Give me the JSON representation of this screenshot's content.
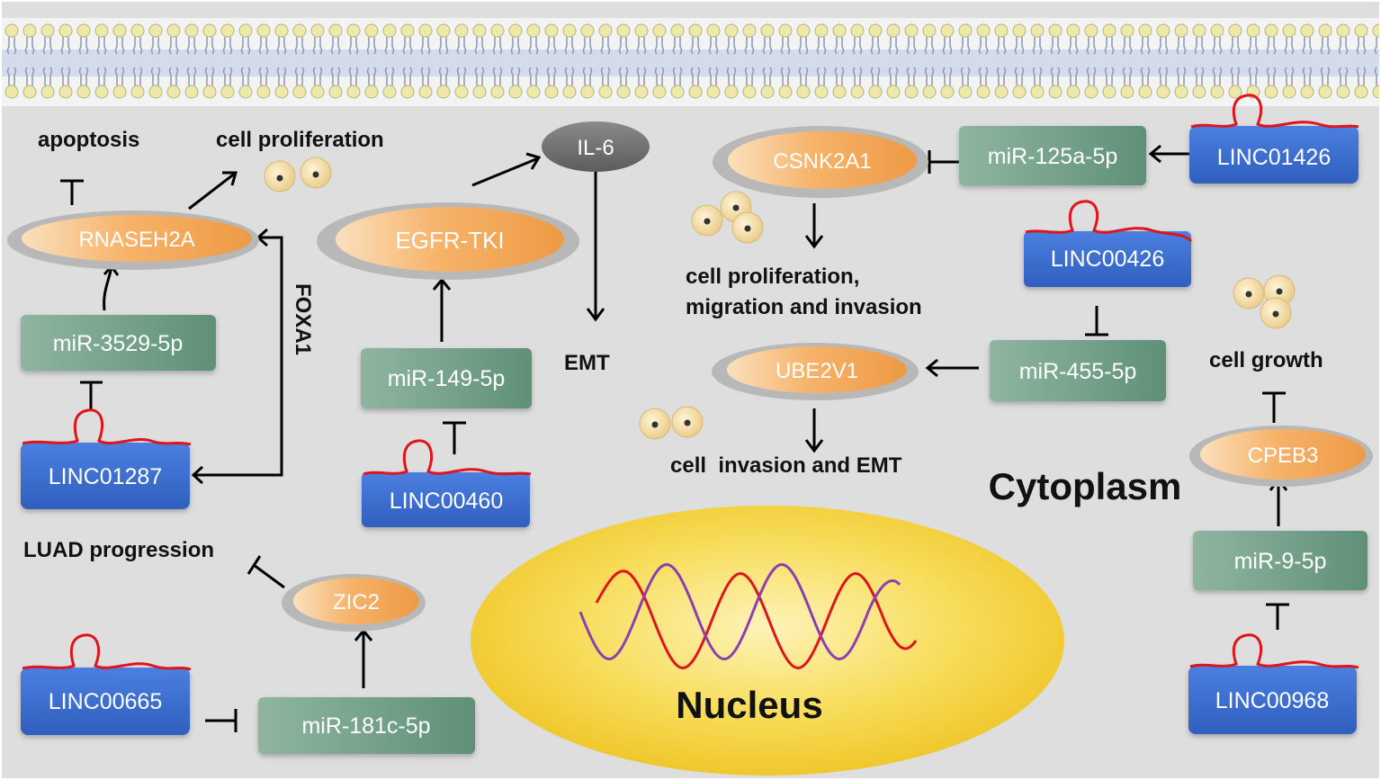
{
  "regions": {
    "cytoplasm": "Cytoplasm",
    "nucleus": "Nucleus"
  },
  "colors": {
    "background": "#dedede",
    "membrane_head": "#ede6a4",
    "membrane_band": "#b9c6e3",
    "lncrna_box": "#3d6fd0",
    "mirna_box": "#6e9c85",
    "protein_ellipse": "#f2a654",
    "nucleus": "#f3cf3a",
    "rna_strand": "#e0141c",
    "arrow": "#000000"
  },
  "lncrnas": {
    "linc01287": "LINC01287",
    "linc00460": "LINC00460",
    "linc00665": "LINC00665",
    "linc01426": "LINC01426",
    "linc00426": "LINC00426",
    "linc00968": "LINC00968"
  },
  "mirnas": {
    "mir3529": "miR-3529-5p",
    "mir149": "miR-149-5p",
    "mir181c": "miR-181c-5p",
    "mir125a": "miR-125a-5p",
    "mir455": "miR-455-5p",
    "mir9": "miR-9-5p"
  },
  "proteins": {
    "rnaseh2a": "RNASEH2A",
    "egfr_tki": "EGFR-TKI",
    "il6": "IL-6",
    "zic2": "ZIC2",
    "csnk2a1": "CSNK2A1",
    "ube2v1": "UBE2V1",
    "cpeb3": "CPEB3"
  },
  "labels": {
    "apoptosis": "apoptosis",
    "cell_proliferation": "cell proliferation",
    "foxa1": "FOXA1",
    "emt": "EMT",
    "luad_progression": "LUAD progression",
    "prolif_migration_line1": "cell proliferation,",
    "prolif_migration_line2": "migration and invasion",
    "invasion_emt": "cell  invasion and EMT",
    "cell_growth": "cell growth"
  }
}
